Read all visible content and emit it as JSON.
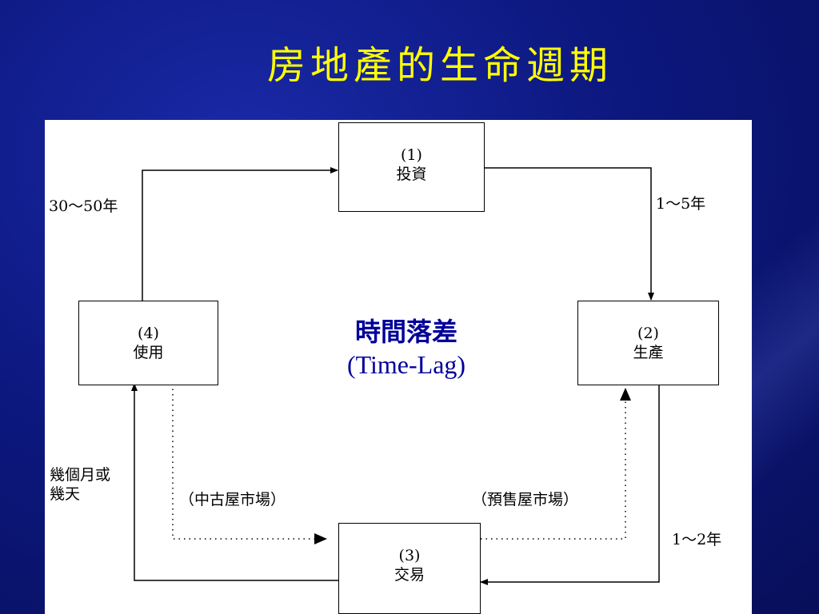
{
  "slide": {
    "title": "房地產的生命週期"
  },
  "diagram": {
    "nodes": [
      {
        "id": "investment",
        "num": "(1)",
        "label": "投資"
      },
      {
        "id": "production",
        "num": "(2)",
        "label": "生產"
      },
      {
        "id": "transaction",
        "num": "(3)",
        "label": "交易"
      },
      {
        "id": "use",
        "num": "(4)",
        "label": "使用"
      }
    ],
    "center": {
      "zh": "時間落差",
      "en": "(Time-Lag)"
    },
    "edges": {
      "use_to_investment": "30～50年",
      "investment_to_production": "1～5年",
      "production_to_transaction": "1～2年",
      "transaction_to_use": "幾個月或\n幾天"
    },
    "markets": {
      "used": "（中古屋市場）",
      "presale": "（預售屋市場）"
    }
  }
}
